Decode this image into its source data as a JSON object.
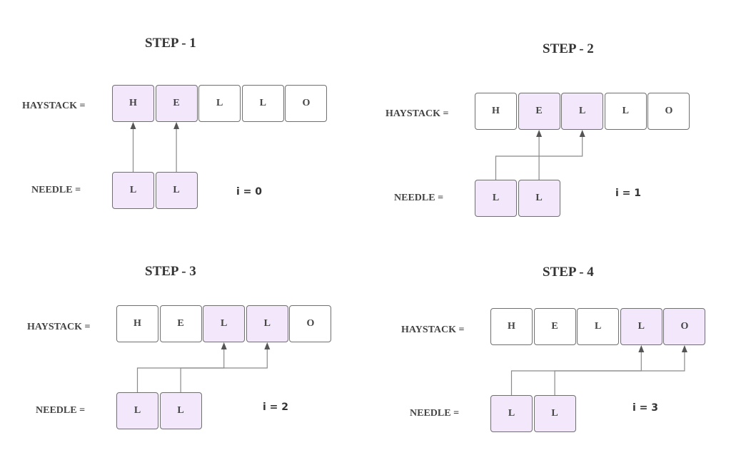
{
  "steps": [
    {
      "title": "STEP - 1",
      "haystack_label": "HAYSTACK =",
      "needle_label": "NEEDLE =",
      "index_label": "i = 0",
      "haystack": [
        "H",
        "E",
        "L",
        "L",
        "O"
      ],
      "needle": [
        "L",
        "L"
      ],
      "highlighted_haystack": [
        0,
        1
      ],
      "i": 0
    },
    {
      "title": "STEP - 2",
      "haystack_label": "HAYSTACK =",
      "needle_label": "NEEDLE =",
      "index_label": "i = 1",
      "haystack": [
        "H",
        "E",
        "L",
        "L",
        "O"
      ],
      "needle": [
        "L",
        "L"
      ],
      "highlighted_haystack": [
        1,
        2
      ],
      "i": 1
    },
    {
      "title": "STEP - 3",
      "haystack_label": "HAYSTACK =",
      "needle_label": "NEEDLE =",
      "index_label": "i = 2",
      "haystack": [
        "H",
        "E",
        "L",
        "L",
        "O"
      ],
      "needle": [
        "L",
        "L"
      ],
      "highlighted_haystack": [
        2,
        3
      ],
      "i": 2
    },
    {
      "title": "STEP - 4",
      "haystack_label": "HAYSTACK =",
      "needle_label": "NEEDLE =",
      "index_label": "i = 3",
      "haystack": [
        "H",
        "E",
        "L",
        "L",
        "O"
      ],
      "needle": [
        "L",
        "L"
      ],
      "highlighted_haystack": [
        3,
        4
      ],
      "i": 3
    }
  ],
  "colors": {
    "highlight": "#f3e8fb",
    "border": "#6f6f6f",
    "arrow": "#8a8a8a"
  }
}
